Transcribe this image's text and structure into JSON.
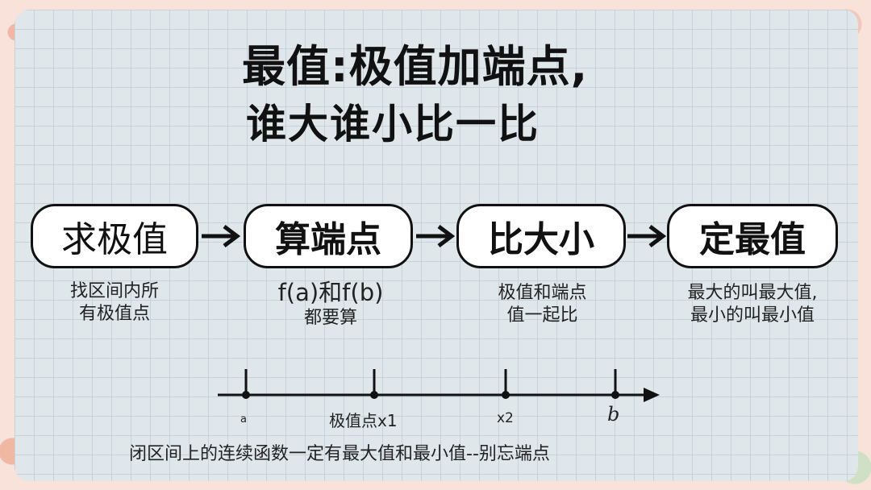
{
  "title": {
    "line1": "最值:极值加端点,",
    "line2": "谁大谁小比一比"
  },
  "steps": [
    {
      "label": "求极值",
      "note_lines": [
        "找区间内所",
        "有极值点"
      ]
    },
    {
      "label": "算端点",
      "note_lines": [
        "f(a)和f(b)",
        "都要算"
      ]
    },
    {
      "label": "比大小",
      "note_lines": [
        "极值和端点",
        "值一起比"
      ]
    },
    {
      "label": "定最值",
      "note_lines": [
        "最大的叫最大值,",
        "最小的叫最小值"
      ]
    }
  ],
  "number_line": {
    "points": [
      "a",
      "极值点x1",
      "x2",
      "b"
    ]
  },
  "footer": "闭区间上的连续函数一定有最大值和最小值--别忘端点"
}
